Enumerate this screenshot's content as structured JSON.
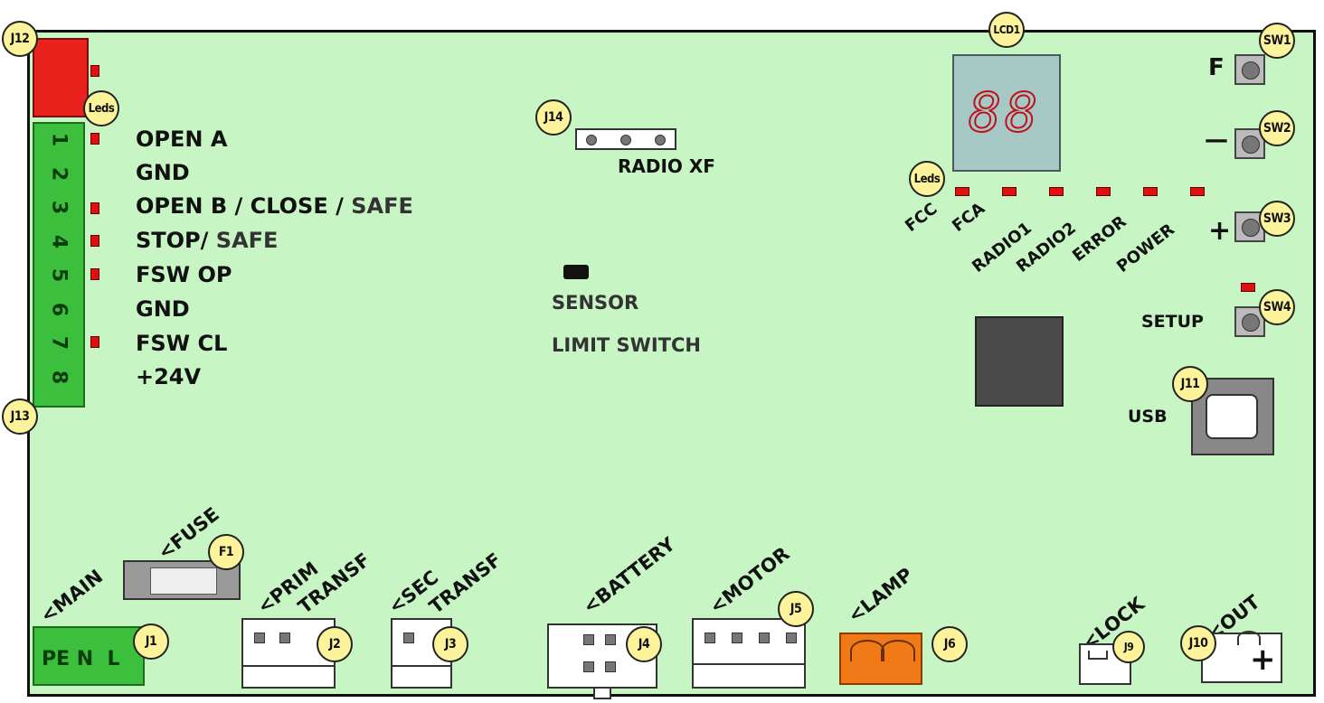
{
  "badges": {
    "j12": "J12",
    "j13": "J13",
    "j14": "J14",
    "lcd1": "LCD1",
    "sw1": "SW1",
    "sw2": "SW2",
    "sw3": "SW3",
    "sw4": "SW4",
    "j11": "J11",
    "f1": "F1",
    "j1": "J1",
    "j2": "J2",
    "j3": "J3",
    "j4": "J4",
    "j5": "J5",
    "j6": "J6",
    "j9": "J9",
    "j10": "J10",
    "leds_top": "Leds",
    "leds_right": "Leds"
  },
  "j13_numbers": [
    "1",
    "2",
    "3",
    "4",
    "5",
    "6",
    "7",
    "8"
  ],
  "j13_labels": {
    "l1": "OPEN A",
    "l2": "GND",
    "l3_main": "OPEN B / CLOSE / ",
    "l3_safe": "SAFE",
    "l4_main": "STOP/ ",
    "l4_safe": "SAFE",
    "l5": "FSW OP",
    "l6": "GND",
    "l7": "FSW CL",
    "l8": "+24V"
  },
  "center": {
    "radio_xf": "RADIO XF",
    "sensor": "SENSOR",
    "limit_switch": "LIMIT SWITCH"
  },
  "buttons": {
    "f": "F",
    "minus": "—",
    "plus": "+",
    "setup": "SETUP",
    "usb": "USB"
  },
  "status_leds": [
    "FCC",
    "FCA",
    "RADIO1",
    "RADIO2",
    "ERROR",
    "POWER"
  ],
  "lcd_digits": "88",
  "bottom": {
    "main": "<MAIN",
    "fuse": "<FUSE",
    "prim": "<PRIM",
    "transf1": "TRANSF",
    "sec": "<SEC",
    "transf2": "TRANSF",
    "battery": "<BATTERY",
    "motor": "<MOTOR",
    "lamp": "<LAMP",
    "lock": "<LOCK",
    "out": "<OUT",
    "j1_pins": "PE N  L",
    "j10_plus": "+"
  },
  "colors": {
    "board": "#c8f5c4",
    "terminal_green": "#3cbf3c",
    "terminal_red": "#e8231e",
    "lamp_orange": "#f07a17",
    "badge": "#fdf39b",
    "led": "#e01010"
  }
}
